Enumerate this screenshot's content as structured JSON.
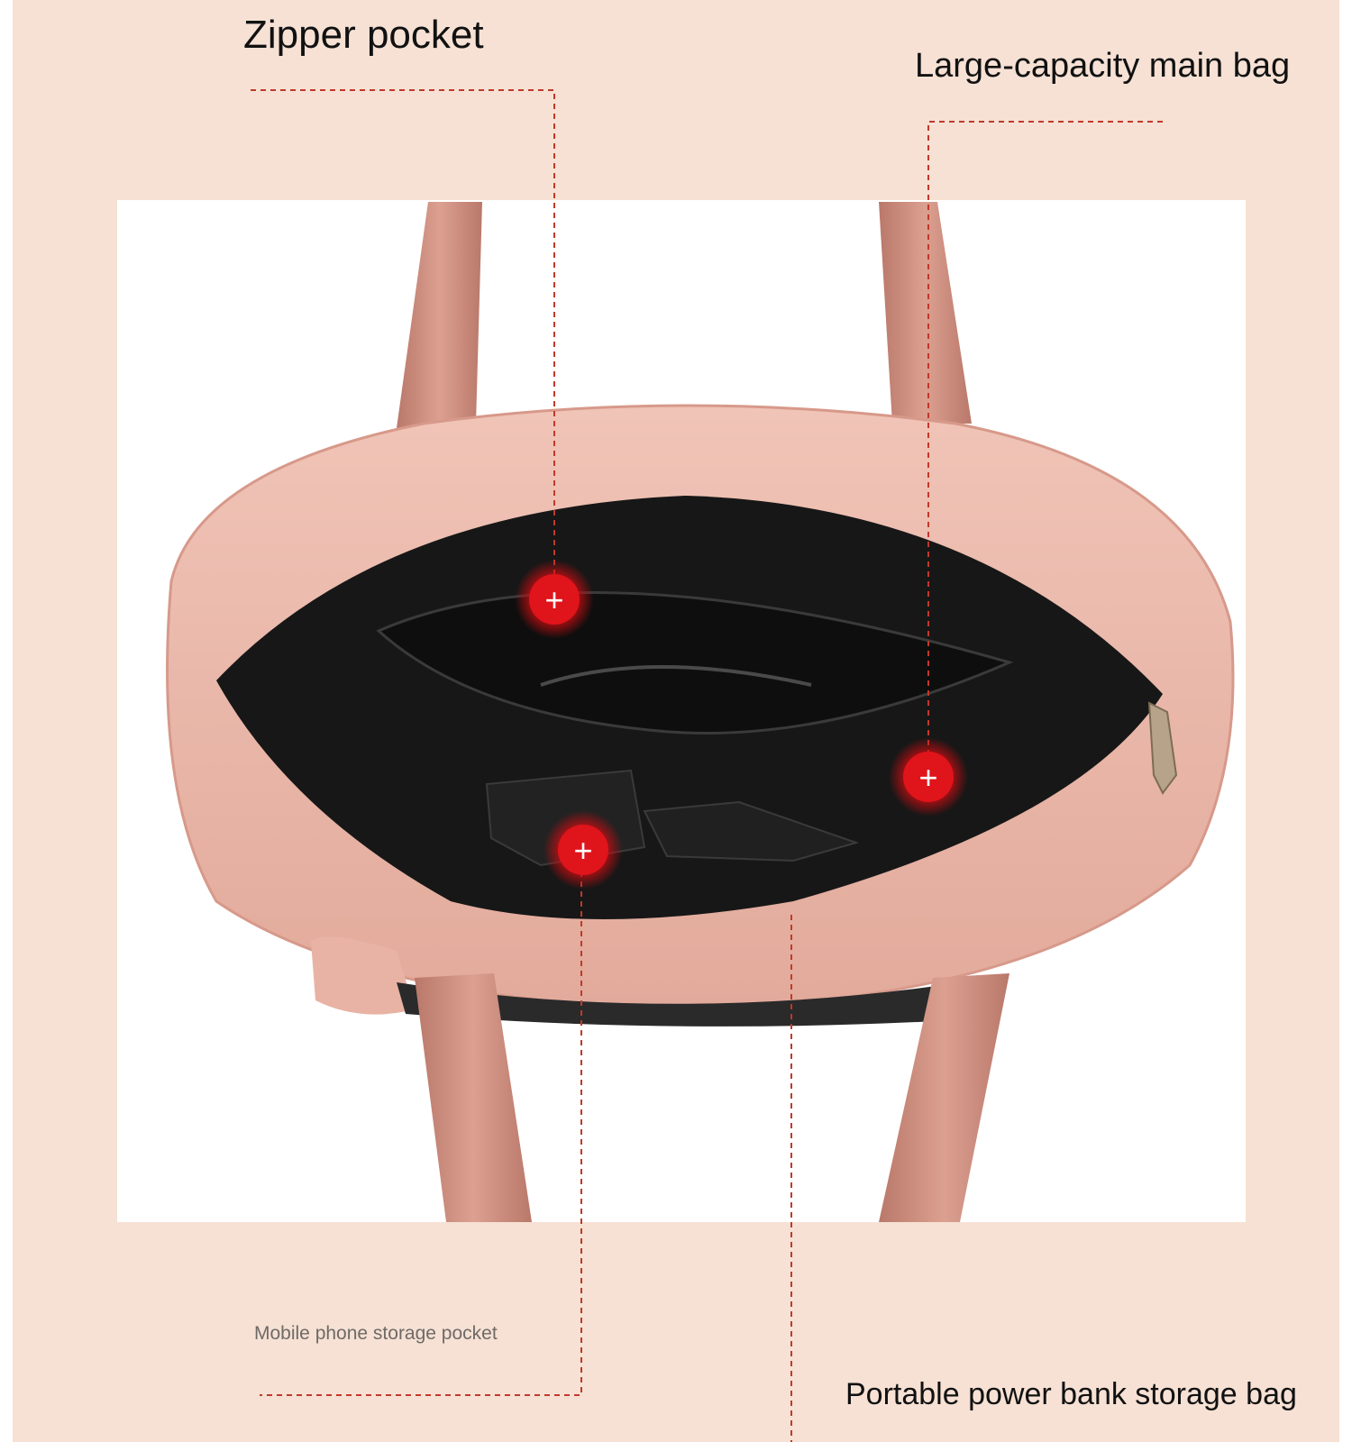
{
  "labels": {
    "zipper_pocket": "Zipper pocket",
    "main_bag": "Large-capacity main bag",
    "phone_pocket": "Mobile phone storage pocket",
    "power_bank_bag": "Portable power bank storage bag"
  },
  "markers": [
    {
      "name": "zipper-pocket-marker",
      "label": "+"
    },
    {
      "name": "main-bag-marker",
      "label": "+"
    },
    {
      "name": "phone-pocket-marker",
      "label": "+"
    }
  ],
  "colors": {
    "background": "#f6e1d4",
    "bag_pink": "#e8b3a5",
    "strap": "#c98a7a",
    "lining": "#161616",
    "marker": "#e0141b",
    "leader_line": "#c0392b"
  }
}
